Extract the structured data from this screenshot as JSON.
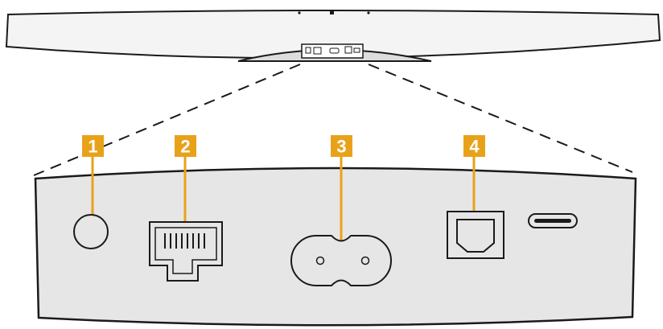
{
  "colors": {
    "callout": "#e8a21a",
    "outline": "#1a1a1a",
    "panel_fill": "#e6e6e6",
    "speaker_fill": "#f4f4f4"
  },
  "callouts": [
    {
      "number": "1",
      "port": "power-button-icon"
    },
    {
      "number": "2",
      "port": "ethernet-port-icon"
    },
    {
      "number": "3",
      "port": "ac-power-inlet-icon"
    },
    {
      "number": "4",
      "port": "optical-input-icon"
    }
  ],
  "extra_port": "usb-c-port-icon"
}
